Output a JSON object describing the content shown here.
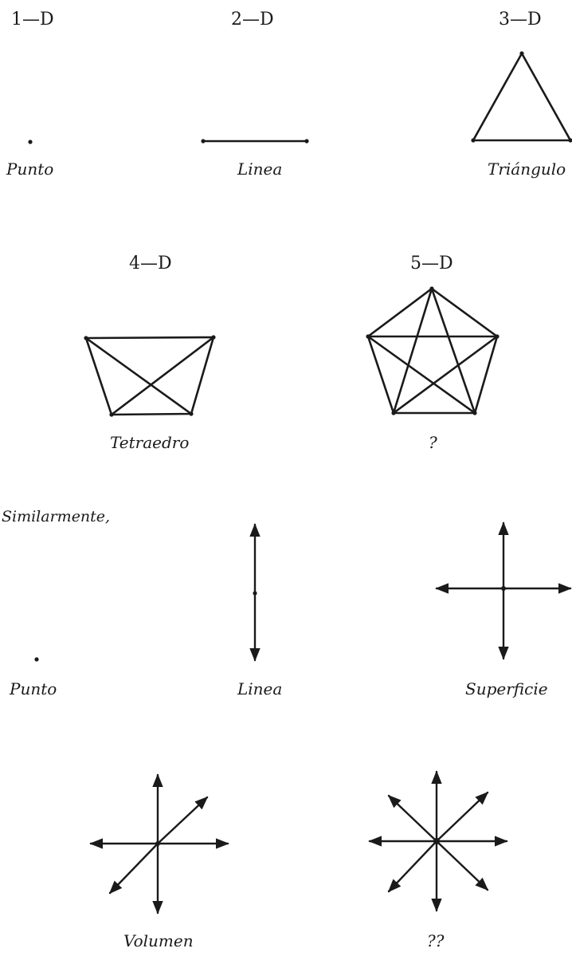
{
  "dimension_labels": {
    "d1": "1—D",
    "d2": "2—D",
    "d3": "3—D",
    "d4": "4—D",
    "d5": "5—D"
  },
  "simplex_captions": {
    "point": "Punto",
    "line": "Linea",
    "triangle": "Triángulo",
    "tetrahedron": "Tetraedro",
    "unknown": "?"
  },
  "intro_text": "Similarmente,",
  "axes_captions": {
    "point": "Punto",
    "line": "Linea",
    "surface": "Superficie",
    "volume": "Volumen",
    "unknown": "??"
  },
  "colors": {
    "ink": "#1a1a1a",
    "background": "#ffffff"
  }
}
